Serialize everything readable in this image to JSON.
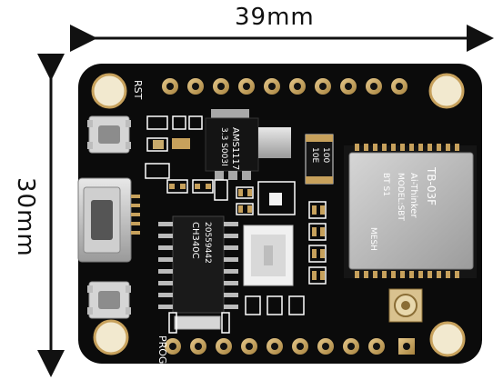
{
  "dimensions": {
    "width_label": "39mm",
    "height_label": "30mm"
  },
  "silkscreen": {
    "rst": "RST",
    "prog": "PROG",
    "regulator_line1": "AMS1117",
    "regulator_line2": "3.3  S003I",
    "usb_chip_line1": "CH340C",
    "usb_chip_line2": "20559442",
    "resistor": "100",
    "resistor2": "10E",
    "module_line1": "Ai-Thinker",
    "module_line2": "MODEL:SBT",
    "module_line3": "MESH",
    "module_line4": "BT  S1",
    "module_brand": "TB-03F"
  },
  "colors": {
    "board": "#0b0b0b",
    "pad_gold": "#c7a15c",
    "module": "#b9b9b9"
  }
}
